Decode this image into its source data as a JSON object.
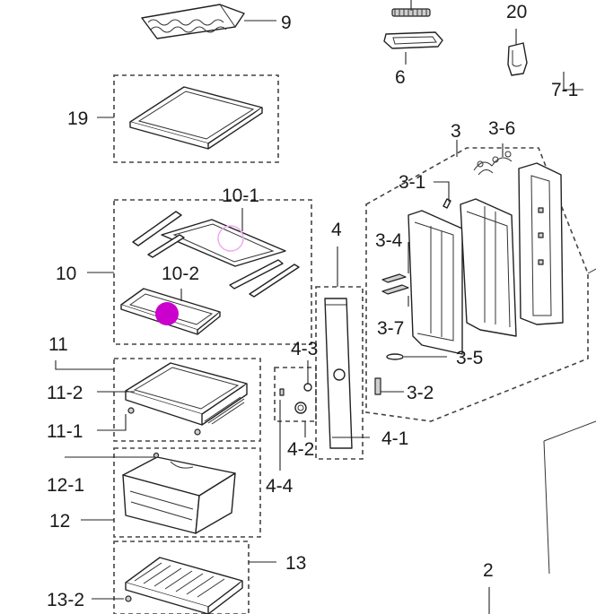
{
  "labels": {
    "l9": "9",
    "l20": "20",
    "l6": "6",
    "l7_1": "7-1",
    "l19": "19",
    "l3": "3",
    "l3_6": "3-6",
    "l3_1": "3-1",
    "l10_1": "10-1",
    "l4": "4",
    "l3_4": "3-4",
    "l10": "10",
    "l10_2": "10-2",
    "l3_7": "3-7",
    "l11": "11",
    "l4_3": "4-3",
    "l3_5": "3-5",
    "l11_2": "11-2",
    "l3_2": "3-2",
    "l11_1": "11-1",
    "l4_1": "4-1",
    "l4_2": "4-2",
    "l12_1": "12-1",
    "l4_4": "4-4",
    "l12": "12",
    "l13": "13",
    "l2": "2",
    "l13_2": "13-2"
  },
  "colors": {
    "markerFilled": "#cc00cc",
    "markerOutline": "#f0a8f0"
  }
}
